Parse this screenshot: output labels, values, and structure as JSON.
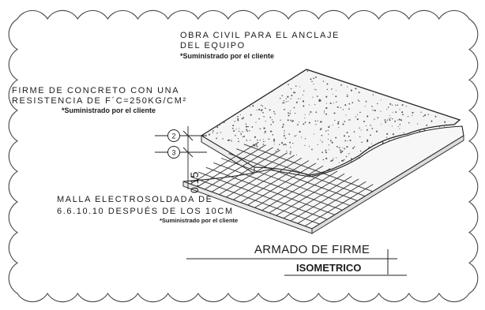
{
  "labels": {
    "obra_line1": "OBRA CIVIL PARA EL ANCLAJE",
    "obra_line2": "DEL EQUIPO",
    "obra_note": "*Suministrado por el cliente",
    "firme_line1": "FIRME DE CONCRETO CON UNA",
    "firme_line2": "RESISTENCIA DE F´C=250KG/CM²",
    "firme_note": "*Suministrado por el cliente",
    "malla_line1": "MALLA ELECTROSOLDADA DE",
    "malla_line2": "6.6.10.10 DESPUÉS DE LOS 10CM",
    "malla_note": "*Suministrado por el cliente",
    "tag_2": "2",
    "tag_3": "3",
    "thickness": "0.15"
  },
  "title_block": {
    "title": "ARMADO DE FIRME",
    "subtitle": "ISOMETRICO"
  },
  "colors": {
    "ink": "#1c1c1c",
    "paper": "#ffffff"
  }
}
